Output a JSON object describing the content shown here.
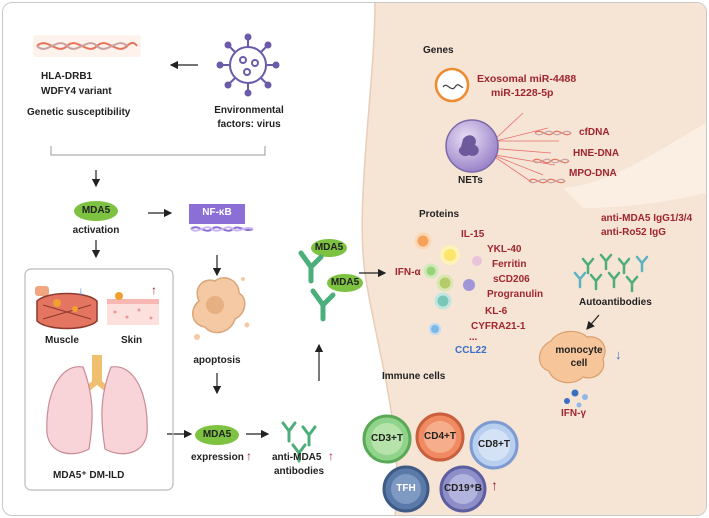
{
  "genetic": {
    "gene1": "HLA-DRB1",
    "gene2": "WDFY4 variant",
    "caption": "Genetic susceptibility"
  },
  "environment": {
    "caption_line1": "Environmental",
    "caption_line2": "factors: virus"
  },
  "activation": {
    "badge": "MDA5",
    "caption": "activation"
  },
  "nfkb": {
    "label": "NF-κB"
  },
  "apoptosis": {
    "caption": "apoptosis"
  },
  "organs": {
    "muscle": "Muscle",
    "skin": "Skin",
    "lung": "MDA5⁺ DM-ILD"
  },
  "expression": {
    "badge": "MDA5",
    "caption": "expression",
    "arrow": "↑"
  },
  "anti_antibodies": {
    "line1": "anti-MDA5",
    "line2": "antibodies",
    "arrow": "↑"
  },
  "middle_antibody": {
    "badge1": "MDA5",
    "badge2": "MDA5"
  },
  "genes": {
    "title": "Genes",
    "mirna1": "Exosomal miR-4488",
    "mirna2": "miR-1228-5p",
    "nets": "NETs",
    "dna": [
      "cfDNA",
      "HNE-DNA",
      "MPO-DNA"
    ]
  },
  "proteins": {
    "title": "Proteins",
    "items": [
      "IL-15",
      "YKL-40",
      "Ferritin",
      "sCD206",
      "Progranulin",
      "KL-6",
      "CYFRA21-1",
      "..."
    ],
    "ifn_alpha": "IFN-α",
    "ccl22": "CCL22"
  },
  "autoantibodies": {
    "line1": "anti-MDA5 IgG1/3/4",
    "line2": "anti-Ro52 IgG",
    "caption": "Autoantibodies"
  },
  "monocyte": {
    "line1": "monocyte",
    "line2": "cell",
    "arrow": "↓",
    "ifn_gamma": "IFN-γ"
  },
  "immune": {
    "title": "Immune cells",
    "cells": [
      "CD3+T",
      "CD4+T",
      "CD8+T",
      "TFH",
      "CD19⁺B"
    ],
    "arrow": "↑"
  },
  "colors": {
    "red_text": "#a0262e",
    "blue_text": "#3a6fc4",
    "green_badge": "#7dc241",
    "vessel": "#f6e4d5",
    "nfkb": "#8b6fd6"
  }
}
